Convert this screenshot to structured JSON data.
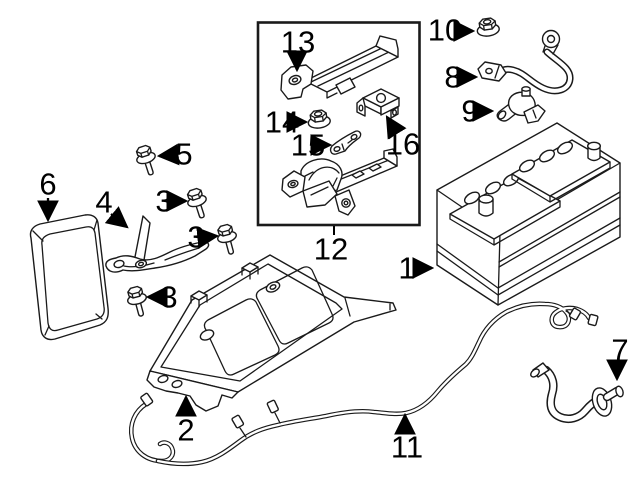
{
  "figure": {
    "kind": "exploded-parts-diagram",
    "subject": "battery, battery tray and cable components",
    "style": {
      "background": "#ffffff",
      "line_color": "#1a1a1a",
      "label_color": "#000000"
    }
  },
  "callouts": [
    {
      "label": "1",
      "part": "battery"
    },
    {
      "label": "2",
      "part": "battery-tray"
    },
    {
      "label": "3",
      "part": "flange-bolt-upper"
    },
    {
      "label": "3",
      "part": "flange-bolt-middle"
    },
    {
      "label": "3",
      "part": "flange-bolt-lower"
    },
    {
      "label": "4",
      "part": "hold-down-bracket"
    },
    {
      "label": "5",
      "part": "flange-bolt"
    },
    {
      "label": "6",
      "part": "battery-cover-panel"
    },
    {
      "label": "7",
      "part": "vent-tube-grommet"
    },
    {
      "label": "8",
      "part": "ground-cable"
    },
    {
      "label": "9",
      "part": "battery-sensor"
    },
    {
      "label": "10",
      "part": "flange-nut"
    },
    {
      "label": "11",
      "part": "wiring-harness"
    },
    {
      "label": "12",
      "part": "fuse-holder-assembly"
    },
    {
      "label": "13",
      "part": "support-bracket"
    },
    {
      "label": "14",
      "part": "flange-nut"
    },
    {
      "label": "15",
      "part": "fusible-link"
    },
    {
      "label": "16",
      "part": "mounting-bracket"
    }
  ]
}
